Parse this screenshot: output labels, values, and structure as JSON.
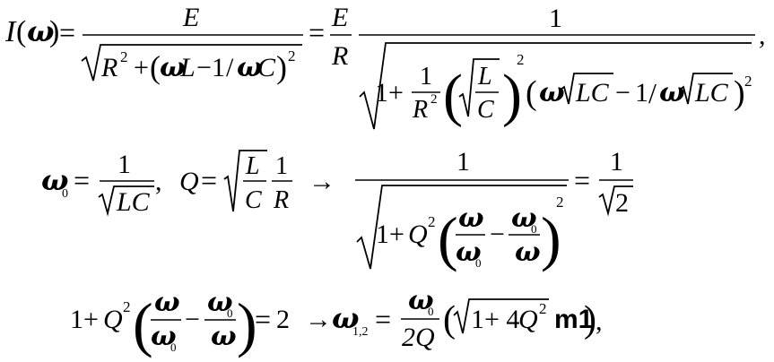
{
  "equation1": {
    "lhs": "I(ω)",
    "eq": "=",
    "frac1_num": "E",
    "frac1_den": "R² + (ωL − 1/ωC)²",
    "frac2_num": "E",
    "frac2_den": "R",
    "frac3_num": "1",
    "frac3_den": "1 + (1/R²)(√(L/C))² (ω√LC − 1/ω√LC)²",
    "trail": ","
  },
  "equation2": {
    "omega0_def": "ω₀ = 1/√LC",
    "q_def": "Q = √(L/C) · 1/R",
    "arrow": "→",
    "frac_num": "1",
    "frac_den": "1 + Q²(ω/ω₀ − ω₀/ω)²",
    "rhs": "1/√2"
  },
  "equation3": {
    "lhs": "1 + Q²(ω/ω₀ − ω₀/ω) = 2",
    "arrow": "→",
    "rhs": "ω₁,₂ = (ω₀/2Q)(√(1+4Q²) m1)",
    "trail": ","
  }
}
